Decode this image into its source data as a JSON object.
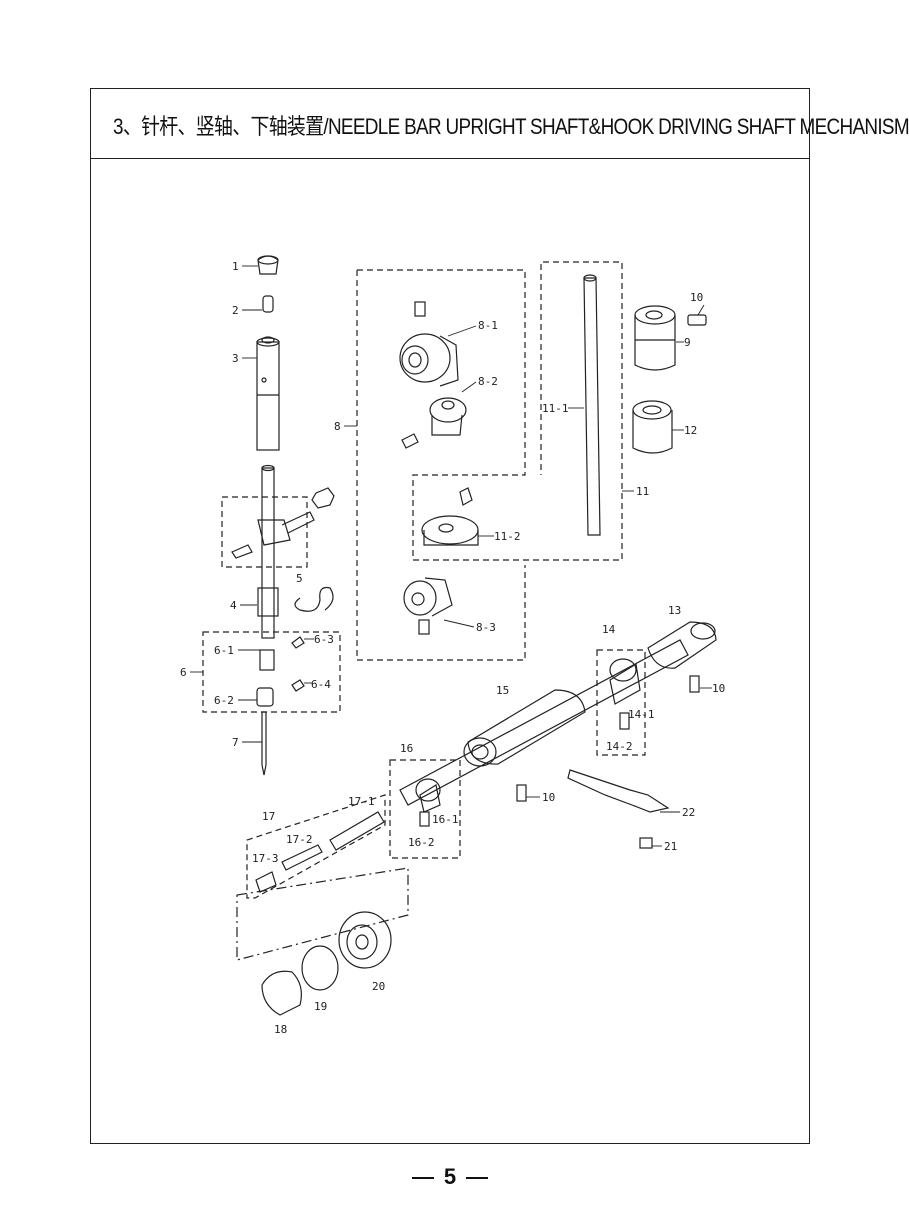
{
  "title": "3、针杆、竖轴、下轴装置/NEEDLE BAR UPRIGHT SHAFT&HOOK DRIVING SHAFT MECHANISM",
  "page_number": "5",
  "callouts": [
    {
      "id": "p1",
      "text": "1"
    },
    {
      "id": "p2",
      "text": "2"
    },
    {
      "id": "p3",
      "text": "3"
    },
    {
      "id": "p4",
      "text": "4"
    },
    {
      "id": "p5",
      "text": "5"
    },
    {
      "id": "p6",
      "text": "6"
    },
    {
      "id": "p6-1",
      "text": "6-1"
    },
    {
      "id": "p6-2",
      "text": "6-2"
    },
    {
      "id": "p6-3",
      "text": "6-3"
    },
    {
      "id": "p6-4",
      "text": "6-4"
    },
    {
      "id": "p7",
      "text": "7"
    },
    {
      "id": "p8",
      "text": "8"
    },
    {
      "id": "p8-1",
      "text": "8-1"
    },
    {
      "id": "p8-2",
      "text": "8-2"
    },
    {
      "id": "p8-3",
      "text": "8-3"
    },
    {
      "id": "p9",
      "text": "9"
    },
    {
      "id": "p10a",
      "text": "10"
    },
    {
      "id": "p10b",
      "text": "10"
    },
    {
      "id": "p10c",
      "text": "10"
    },
    {
      "id": "p11",
      "text": "11"
    },
    {
      "id": "p11-1",
      "text": "11-1"
    },
    {
      "id": "p11-2",
      "text": "11-2"
    },
    {
      "id": "p12",
      "text": "12"
    },
    {
      "id": "p13",
      "text": "13"
    },
    {
      "id": "p14",
      "text": "14"
    },
    {
      "id": "p14-1",
      "text": "14-1"
    },
    {
      "id": "p14-2",
      "text": "14-2"
    },
    {
      "id": "p15",
      "text": "15"
    },
    {
      "id": "p16",
      "text": "16"
    },
    {
      "id": "p16-1",
      "text": "16-1"
    },
    {
      "id": "p16-2",
      "text": "16-2"
    },
    {
      "id": "p17",
      "text": "17"
    },
    {
      "id": "p17-1",
      "text": "17-1"
    },
    {
      "id": "p17-2",
      "text": "17-2"
    },
    {
      "id": "p17-3",
      "text": "17-3"
    },
    {
      "id": "p18",
      "text": "18"
    },
    {
      "id": "p19",
      "text": "19"
    },
    {
      "id": "p20",
      "text": "20"
    },
    {
      "id": "p21",
      "text": "21"
    },
    {
      "id": "p22",
      "text": "22"
    }
  ]
}
